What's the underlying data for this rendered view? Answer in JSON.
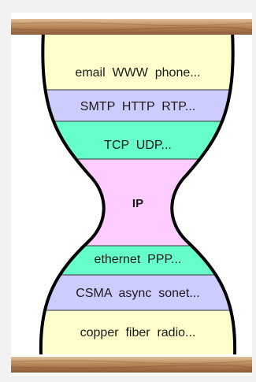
{
  "diagram": {
    "layers": [
      {
        "id": "application",
        "label": "email  WWW  phone...",
        "color": "#ffffcc"
      },
      {
        "id": "application-protocols",
        "label": "SMTP  HTTP  RTP...",
        "color": "#ccccff"
      },
      {
        "id": "transport",
        "label": "TCP  UDP...",
        "color": "#66ffcc"
      },
      {
        "id": "network",
        "label": "IP",
        "color": "#ffccff"
      },
      {
        "id": "link",
        "label": "ethernet  PPP...",
        "color": "#66ffcc"
      },
      {
        "id": "access",
        "label": "CSMA  async  sonet...",
        "color": "#ccccff"
      },
      {
        "id": "physical",
        "label": "copper  fiber  radio...",
        "color": "#ffffcc"
      }
    ],
    "colors": {
      "wood_light": "#c39a70",
      "wood_dark": "#8a5a36",
      "outline": "#000000",
      "panel": "#ffffff",
      "background": "#f2f2f2"
    }
  }
}
